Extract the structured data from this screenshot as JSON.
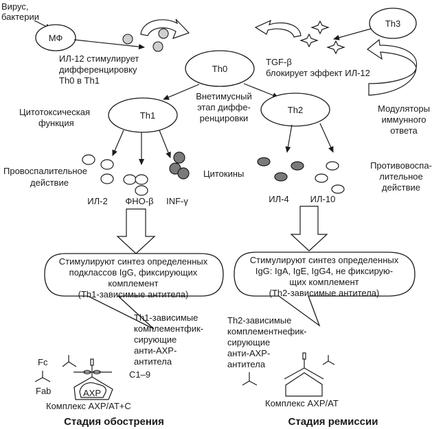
{
  "nodes": {
    "mf": "МФ",
    "th0": "Th0",
    "th1": "Th1",
    "th2": "Th2",
    "th3": "Th3"
  },
  "labels": {
    "virus": [
      "Вирус,",
      "бактерии"
    ],
    "il12": [
      "ИЛ-12 стимулирует",
      "дифференцировку",
      "Th0 в Th1"
    ],
    "tgf": [
      "TGF-β",
      "блокирует эффект ИЛ-12"
    ],
    "extrathymic": [
      "Внетимусный",
      "этап диффе-",
      "ренцировки"
    ],
    "modulators": [
      "Модуляторы",
      "иммунного",
      "ответа"
    ],
    "cytotoxic": [
      "Цитотоксическая",
      "функция"
    ],
    "proinflammatory": [
      "Провоспалительное",
      "действие"
    ],
    "cytokines": "Цитокины",
    "antiinflammatory": [
      "Противовоспа-",
      "лительное",
      "действие"
    ],
    "th1_cytokines": [
      "ИЛ-2",
      "ФНО-β",
      "INF-γ"
    ],
    "th2_cytokines": [
      "ИЛ-4",
      "ИЛ-10"
    ]
  },
  "bubbles": {
    "th1": [
      "Стимулируют синтез определенных",
      "подклассов IgG, фиксирующих",
      "комплемент",
      "(Th1-зависимые антитела)"
    ],
    "th2": [
      "Стимулируют синтез определенных",
      "IgG: IgA, IgE, IgG4, не фиксирую-",
      "щих комплемент",
      "(Th2-зависимые антитела)"
    ]
  },
  "antibodies": {
    "th1": [
      "Th1-зависимые",
      "комплементфик-",
      "сирующие",
      "анти-АХР-",
      "антитела"
    ],
    "complement": "C1–9",
    "th2": [
      "Th2-зависимые",
      "комплементнефик-",
      "сирующие",
      "анти-АХР-",
      "антитела"
    ],
    "fc": "Fc",
    "fab": "Fab",
    "axp": "АХР"
  },
  "complexes": {
    "left": "Комплекс АХР/АТ+С",
    "right": "Комплекс АХР/АТ"
  },
  "stages": {
    "exacerbation": "Стадия обострения",
    "remission": "Стадия ремиссии"
  }
}
